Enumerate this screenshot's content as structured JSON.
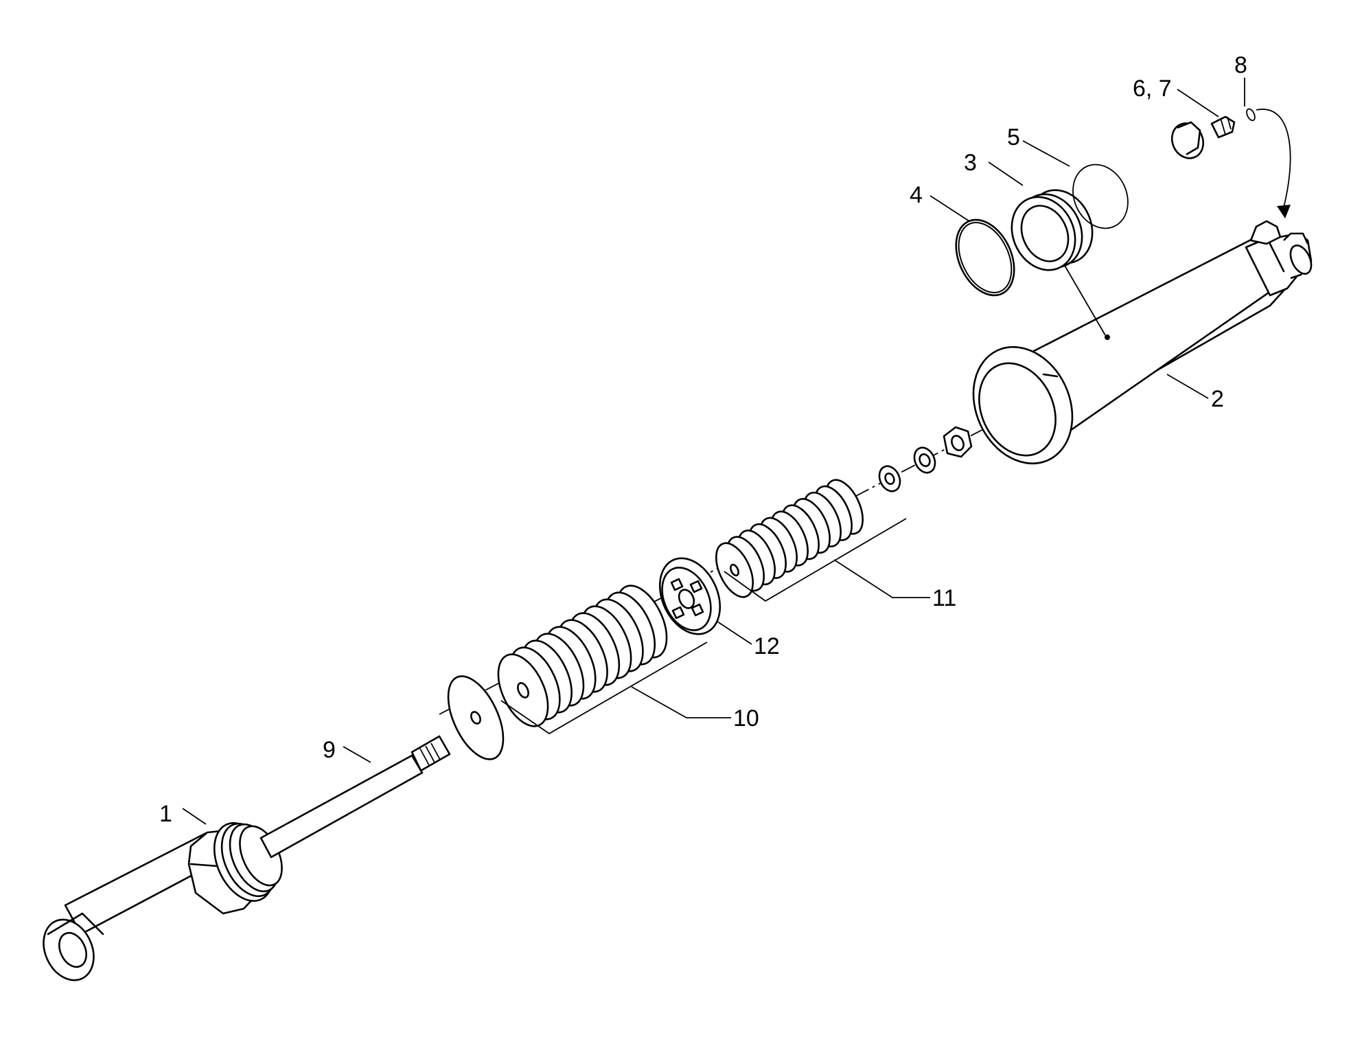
{
  "diagram": {
    "type": "exploded parts view",
    "callouts": [
      {
        "id": "1",
        "label": "1"
      },
      {
        "id": "2",
        "label": "2"
      },
      {
        "id": "3",
        "label": "3"
      },
      {
        "id": "4",
        "label": "4"
      },
      {
        "id": "5",
        "label": "5"
      },
      {
        "id": "6-7",
        "label": "6, 7"
      },
      {
        "id": "8",
        "label": "8"
      },
      {
        "id": "9",
        "label": "9"
      },
      {
        "id": "10",
        "label": "10"
      },
      {
        "id": "11",
        "label": "11"
      },
      {
        "id": "12",
        "label": "12"
      }
    ]
  }
}
